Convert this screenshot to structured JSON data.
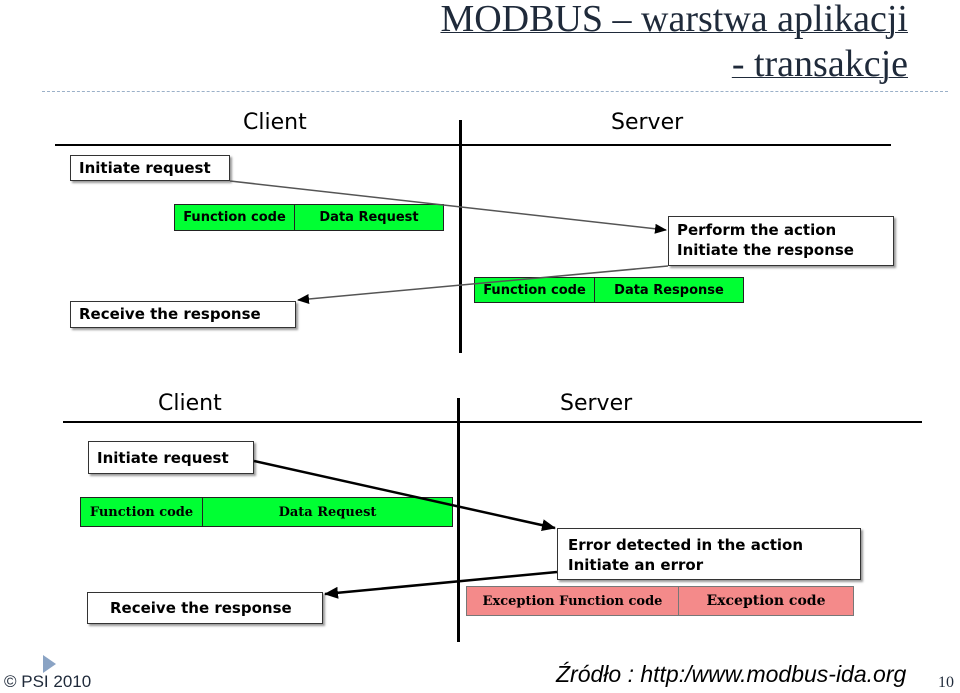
{
  "title": {
    "line1": "MODBUS – warstwa aplikacji",
    "line2": "- transakcje"
  },
  "diagram1": {
    "client_header": "Client",
    "server_header": "Server",
    "initiate_request": "Initiate request",
    "request_pdu": {
      "function_code": "Function code",
      "data": "Data Request"
    },
    "server_box": {
      "line1": "Perform the action",
      "line2": "Initiate the response"
    },
    "response_pdu": {
      "function_code": "Function code",
      "data": "Data Response"
    },
    "receive_response": "Receive the response"
  },
  "diagram2": {
    "client_header": "Client",
    "server_header": "Server",
    "initiate_request": "Initiate request",
    "request_pdu": {
      "function_code": "Function code",
      "data": "Data Request"
    },
    "server_box": {
      "line1": "Error detected in the action",
      "line2": "Initiate an error"
    },
    "exception_pdu": {
      "function_code": "Exception Function code",
      "data": "Exception code"
    },
    "receive_response": "Receive the response"
  },
  "footer": {
    "copyright": "© PSI 2010",
    "source": "Źródło : http:/www.modbus-ida.org",
    "page_number": "10"
  },
  "colors": {
    "pdu_green": "#00ff33",
    "exception_pink": "#f48a8a",
    "title_text": "#1f2a3a"
  },
  "icons": {
    "bullet": "triangle-bullet-icon"
  }
}
